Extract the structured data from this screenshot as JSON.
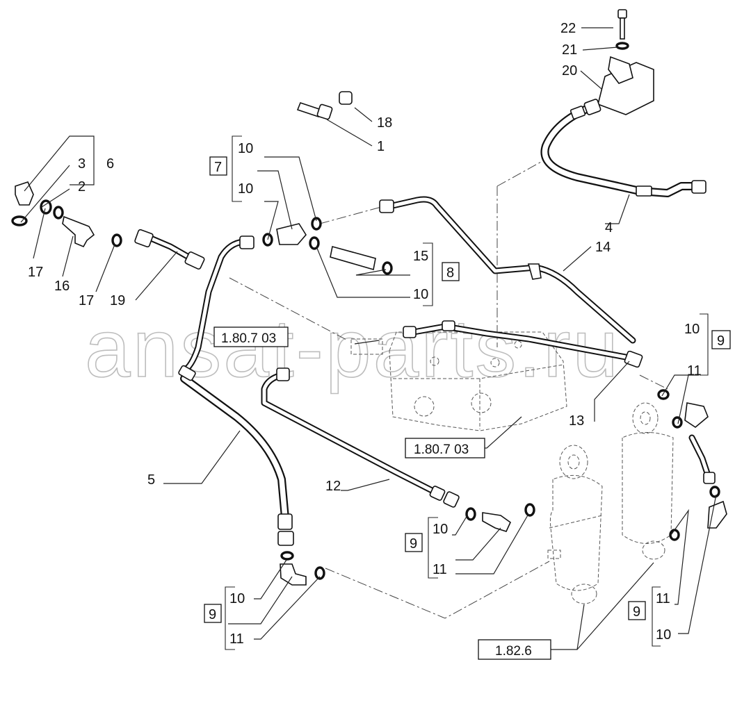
{
  "watermark": "ansat-parts.ru",
  "part_numbers": {
    "p1": "1",
    "p2": "2",
    "p3": "3",
    "p4": "4",
    "p5": "5",
    "p6": "6",
    "p7": "7",
    "p8": "8",
    "p9": "9",
    "p10": "10",
    "p11": "11",
    "p12": "12",
    "p13": "13",
    "p14": "14",
    "p15": "15",
    "p16": "16",
    "p17": "17",
    "p18": "18",
    "p19": "19",
    "p20": "20",
    "p21": "21",
    "p22": "22"
  },
  "references": {
    "valve_group": "1.80.7 03",
    "cylinder": "1.82.6"
  }
}
